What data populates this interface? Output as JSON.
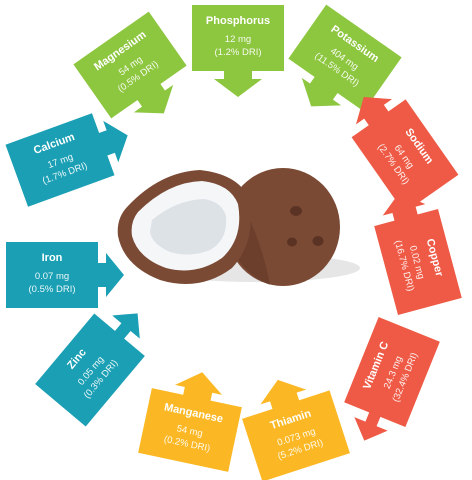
{
  "nutrients": [
    {
      "id": "phosphorus",
      "name": "Phosphorus",
      "amount": "12 mg",
      "dri": "(1.2% DRI)",
      "color": "#8dc63f"
    },
    {
      "id": "potassium",
      "name": "Potassium",
      "amount": "404 mg",
      "dri": "(11.5% DRI)",
      "color": "#8dc63f"
    },
    {
      "id": "sodium",
      "name": "Sodium",
      "amount": "64 mg",
      "dri": "(2.7% DRI)",
      "color": "#ee5a45"
    },
    {
      "id": "copper",
      "name": "Copper",
      "amount": "0.02 mg",
      "dri": "(16.7% DRI)",
      "color": "#ee5a45"
    },
    {
      "id": "vitamin-c",
      "name": "Vitamin C",
      "amount": "24.3 mg",
      "dri": "(32.4% DRI)",
      "color": "#ee5a45"
    },
    {
      "id": "thiamin",
      "name": "Thiamin",
      "amount": "0.073 mg",
      "dri": "(5.2% DRI)",
      "color": "#fbb824"
    },
    {
      "id": "manganese",
      "name": "Manganese",
      "amount": "54 mg",
      "dri": "(0.2% DRI)",
      "color": "#fbb824"
    },
    {
      "id": "zinc",
      "name": "Zinc",
      "amount": "0.05 mg",
      "dri": "(0.3% DRI)",
      "color": "#1a9fb4"
    },
    {
      "id": "iron",
      "name": "Iron",
      "amount": "0.07 mg",
      "dri": "(0.5% DRI)",
      "color": "#1a9fb4"
    },
    {
      "id": "calcium",
      "name": "Calcium",
      "amount": "17 mg",
      "dri": "(1.7% DRI)",
      "color": "#1a9fb4"
    },
    {
      "id": "magnesium",
      "name": "Magnesium",
      "amount": "54 mg",
      "dri": "(0.5% DRI)",
      "color": "#8dc63f"
    }
  ],
  "illustration": {
    "icon": "coconut-illustration",
    "shell_color": "#7b4a35",
    "shell_dark": "#5a3324",
    "flesh_color": "#f4f6f8"
  }
}
